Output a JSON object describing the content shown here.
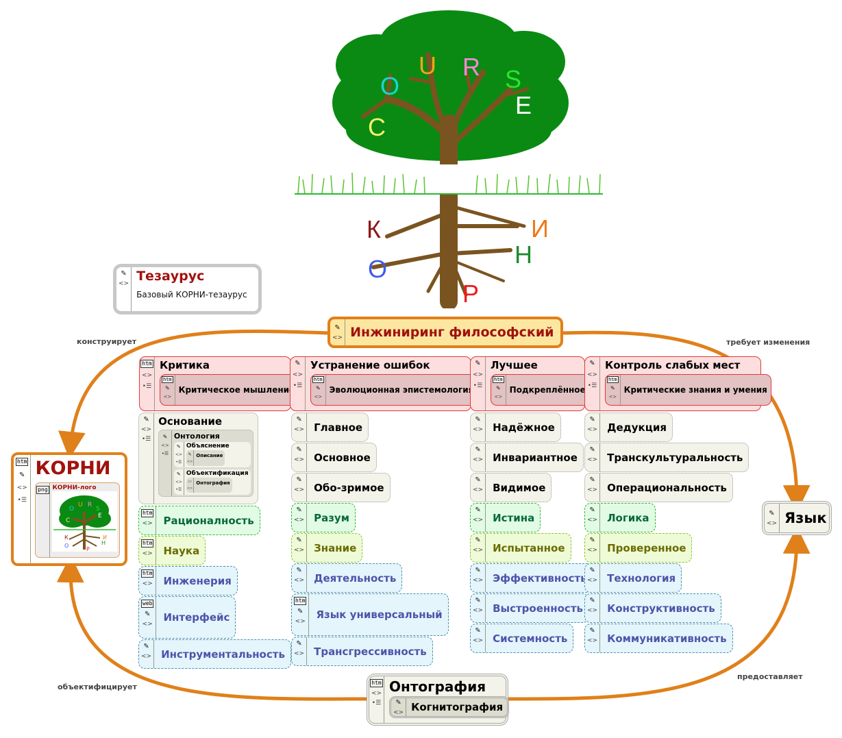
{
  "tree": {
    "crown_letters": [
      {
        "char": "C",
        "color": "#f5f26a"
      },
      {
        "char": "O",
        "color": "#1ed3d6"
      },
      {
        "char": "U",
        "color": "#f0a618"
      },
      {
        "char": "R",
        "color": "#f08ad8"
      },
      {
        "char": "S",
        "color": "#28e52e"
      },
      {
        "char": "E",
        "color": "#ffffff"
      }
    ],
    "root_letters": [
      {
        "char": "К",
        "color": "#8b1a1a"
      },
      {
        "char": "О",
        "color": "#3e5be8"
      },
      {
        "char": "Р",
        "color": "#ee1c1c"
      },
      {
        "char": "Н",
        "color": "#1e8a2e"
      },
      {
        "char": "И",
        "color": "#f07818"
      }
    ]
  },
  "colors": {
    "link": "#e0801a",
    "title_red": "#a0120e",
    "plain_fill": "#f3f3ea",
    "green_text": "#07693a",
    "olive_text": "#6b6b00",
    "blue_text": "#4f53a8",
    "red_fill": "#fcdede"
  },
  "thesaurus": {
    "title": "Тезаурус",
    "subtitle": "Базовый КОРНИ-тезаурус"
  },
  "central": {
    "title": "Инжиниринг философский"
  },
  "korni": {
    "tag": "htm",
    "title": "КОРНИ",
    "logo_tag": "png",
    "logo_title": "КОРНИ-лого"
  },
  "yazyk": {
    "title": "Язык"
  },
  "ontografiya": {
    "tag": "htm",
    "title": "Онтография",
    "child": "Когнитография"
  },
  "links": {
    "top_left": "конструирует",
    "top_right": "требует изменения",
    "bottom_left": "объектифицирует",
    "bottom_right": "предоставляет"
  },
  "headers": [
    {
      "tag": "htm",
      "title": "Критика",
      "child_tag": "htm",
      "child": "Критическое мышление"
    },
    {
      "tag": "",
      "title": "Устранение ошибок",
      "child_tag": "htm",
      "child": "Эволюционная эпистемология"
    },
    {
      "tag": "",
      "title": "Лучшее",
      "child_tag": "htm",
      "child": "Подкреплённое"
    },
    {
      "tag": "",
      "title": "Контроль слабых мест",
      "child_tag": "htm",
      "child": "Критические знания и умения"
    }
  ],
  "osnovanie": {
    "title": "Основание",
    "ontologiya": "Онтология",
    "obyasnenie": "Объяснение",
    "opisanie": "Описание",
    "obektifikaciya": "Объектификация",
    "ontografiya_small": "Онтография"
  },
  "columns": [
    {
      "items": [
        {
          "label": "Рационалность",
          "style": "green",
          "tag": "htm"
        },
        {
          "label": "Наука",
          "style": "olive",
          "tag": "htm"
        },
        {
          "label": "Инженерия",
          "style": "blue",
          "tag": "htm"
        },
        {
          "label": "Интерфейс",
          "style": "blue",
          "tag": "web"
        },
        {
          "label": "Инструментальность",
          "style": "blue",
          "tag": ""
        }
      ]
    },
    {
      "items": [
        {
          "label": "Главное",
          "style": "plain",
          "tag": ""
        },
        {
          "label": "Основное",
          "style": "plain",
          "tag": ""
        },
        {
          "label": "Обо-зримое",
          "style": "plain",
          "tag": ""
        },
        {
          "label": "Разум",
          "style": "green",
          "tag": ""
        },
        {
          "label": "Знание",
          "style": "olive",
          "tag": ""
        },
        {
          "label": "Деятельность",
          "style": "blue",
          "tag": ""
        },
        {
          "label": "Язык универсальный",
          "style": "blue",
          "tag": "htm"
        },
        {
          "label": "Трансгрессивность",
          "style": "blue",
          "tag": ""
        }
      ]
    },
    {
      "items": [
        {
          "label": "Надёжное",
          "style": "plain",
          "tag": ""
        },
        {
          "label": "Инвариантное",
          "style": "plain",
          "tag": ""
        },
        {
          "label": "Видимое",
          "style": "plain",
          "tag": ""
        },
        {
          "label": "Истина",
          "style": "green",
          "tag": ""
        },
        {
          "label": "Испытанное",
          "style": "olive",
          "tag": ""
        },
        {
          "label": "Эффективность",
          "style": "blue",
          "tag": ""
        },
        {
          "label": "Выстроенность",
          "style": "blue",
          "tag": ""
        },
        {
          "label": "Системность",
          "style": "blue",
          "tag": ""
        }
      ]
    },
    {
      "items": [
        {
          "label": "Дедукция",
          "style": "plain",
          "tag": ""
        },
        {
          "label": "Транскультуральность",
          "style": "plain",
          "tag": ""
        },
        {
          "label": "Операциональность",
          "style": "plain",
          "tag": ""
        },
        {
          "label": "Логика",
          "style": "green",
          "tag": ""
        },
        {
          "label": "Проверенное",
          "style": "olive",
          "tag": ""
        },
        {
          "label": "Технология",
          "style": "blue",
          "tag": ""
        },
        {
          "label": "Конструктивность",
          "style": "blue",
          "tag": ""
        },
        {
          "label": "Коммуникативность",
          "style": "blue",
          "tag": ""
        }
      ]
    }
  ]
}
